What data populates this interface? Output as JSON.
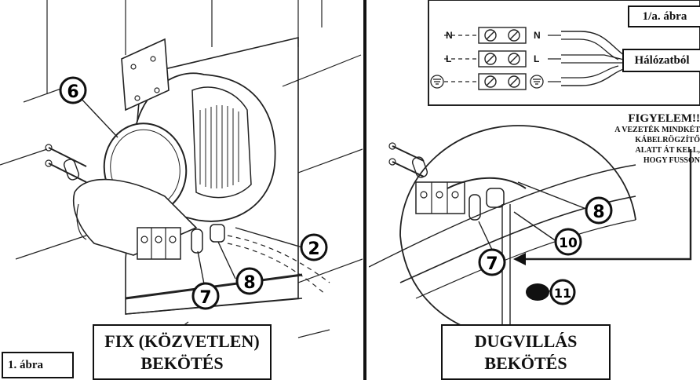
{
  "left_figure": {
    "fig_label": "1. ábra",
    "title_line1": "FIX (KÖZVETLEN)",
    "title_line2": "BEKÖTÉS",
    "callouts": [
      "6",
      "2",
      "7",
      "8"
    ]
  },
  "right_figure": {
    "fig_label": "1/a. ábra",
    "terminal_labels": [
      "N",
      "L"
    ],
    "source_label": "Hálózatból",
    "warning_title": "FIGYELEM!!",
    "warning_lines": [
      "A VEZETÉK MINDKÉT",
      "KÁBELRÖGZÍTŐ",
      "ALATT ÁT KELL,",
      "HOGY FUSSON"
    ],
    "title_line1": "DUGVILLÁS",
    "title_line2": "BEKÖTÉS",
    "callouts": [
      "8",
      "10",
      "7",
      "11"
    ]
  }
}
